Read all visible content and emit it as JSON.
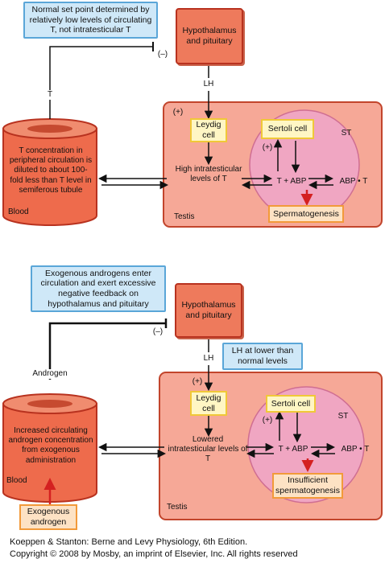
{
  "top": {
    "setpoint_note": "Normal set point determined by relatively low levels of circulating T, not intratesticular T",
    "hypothalamus": "Hypothalamus and pituitary",
    "minus": "(–)",
    "lh": "LH",
    "plus_leydig": "(+)",
    "leydig": "Leydig cell",
    "sertoli": "Sertoli cell",
    "plus_sertoli": "(+)",
    "st": "ST",
    "t_label": "T",
    "blood_text": "T concentration in peripheral circulation is diluted to about 100-fold less than T level in semiferous tubule",
    "blood": "Blood",
    "intratesticular": "High intratesticular levels of T",
    "t_abp": "T + ABP",
    "abp_t": "ABP • T",
    "testis": "Testis",
    "spermatogenesis": "Spermatogenesis"
  },
  "bottom": {
    "exogenous_note": "Exogenous androgens enter circulation and exert excessive negative feedback on hypothalamus and pituitary",
    "hypothalamus": "Hypothalamus and pituitary",
    "minus": "(–)",
    "lh": "LH",
    "lh_note": "LH at lower than normal levels",
    "plus_leydig": "(+)",
    "leydig": "Leydig cell",
    "sertoli": "Sertoli cell",
    "plus_sertoli": "(+)",
    "st": "ST",
    "androgen": "Androgen",
    "blood_text": "Increased circulating androgen concentration from exogenous administration",
    "blood": "Blood",
    "intratesticular": "Lowered intratesticular levels of T",
    "t_abp": "T + ABP",
    "abp_t": "ABP • T",
    "testis": "Testis",
    "spermatogenesis": "Insufficient spermatogenesis",
    "exogenous_androgen": "Exogenous androgen"
  },
  "footer": {
    "line1": "Koeppen & Stanton: Berne and Levy Physiology, 6th Edition.",
    "line2": "Copyright © 2008 by Mosby, an imprint of Elsevier, Inc. All rights reserved"
  },
  "colors": {
    "blue_fill": "#cfe8f8",
    "blue_border": "#5aa6d8",
    "red_fill": "#ee7a5c",
    "testis_fill": "#f6a897",
    "tubule_fill": "#f0a6c2",
    "yellow_fill": "#fff6c4",
    "orange_fill": "#fde2c4",
    "red_arrow": "#d42020"
  }
}
